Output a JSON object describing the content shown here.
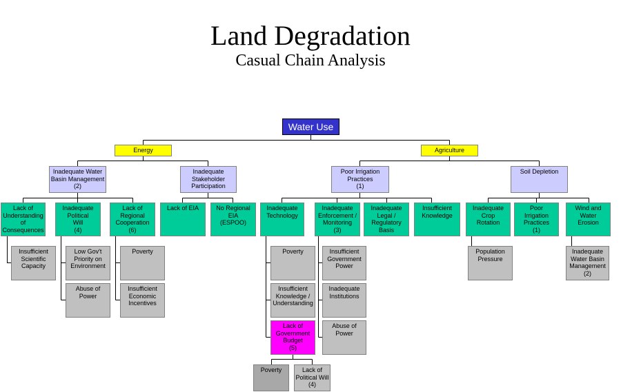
{
  "title": "Land Degradation",
  "subtitle": "Casual Chain Analysis",
  "colors": {
    "root": "#3333cc",
    "category": "#ffff00",
    "level2": "#ccccff",
    "level3": "#00cc99",
    "level4": "#c0c0c0",
    "highlight": "#ff00ff"
  },
  "nodes": {
    "water_use": "Water Use",
    "energy": "Energy",
    "agriculture": "Agriculture",
    "iwbm": "Inadequate Water\nBasin Management\n(2)",
    "stakeholder": "Inadequate\nStakeholder\nParticipation",
    "poor_irrigation": "Poor Irrigation\nPractices\n(1)",
    "soil_depletion": "Soil Depletion",
    "lack_understanding": "Lack of\nUnderstanding\nof\nConsequences",
    "political_will": "Inadequate\nPolitical\nWill\n(4)",
    "regional_coop": "Lack of\nRegional\nCooperation\n(6)",
    "lack_eia": "Lack of EIA",
    "no_regional_eia": "No Regional\nEIA\n(ESPOO)",
    "inadequate_tech": "Inadequate\nTechnology",
    "enforcement": "Inadequate\nEnforcement /\nMonitoring\n(3)",
    "legal": "Inadequate\nLegal /\nRegulatory\nBasis",
    "insuff_knowledge": "Insufficient\nKnowledge",
    "crop_rotation": "Inadequate\nCrop\nRotation",
    "poor_irrigation_2": "Poor\nIrrigation\nPractices\n(1)",
    "wind_water": "Wind and\nWater\nErosion",
    "sci_capacity": "Insufficient\nScientific\nCapacity",
    "low_govt": "Low Gov't\nPriority on\nEnvironment",
    "abuse_1": "Abuse of\nPower",
    "poverty_1": "Poverty",
    "econ_incentives": "Insufficient\nEconomic\nIncentives",
    "poverty_2": "Poverty",
    "knowledge_understanding": "Insufficient\nKnowledge /\nUnderstanding",
    "gov_budget": "Lack of\nGovernment\nBudget\n(5)",
    "gov_power": "Insufficient\nGovernment\nPower",
    "institutions": "Inadequate\nInstitutions",
    "abuse_2": "Abuse of\nPower",
    "population": "Population\nPressure",
    "iwbm_2": "Inadequate\nWater Basin\nManagement\n(2)",
    "poverty_3": "Poverty",
    "political_will_2": "Lack of\nPolitical Will\n(4)"
  }
}
